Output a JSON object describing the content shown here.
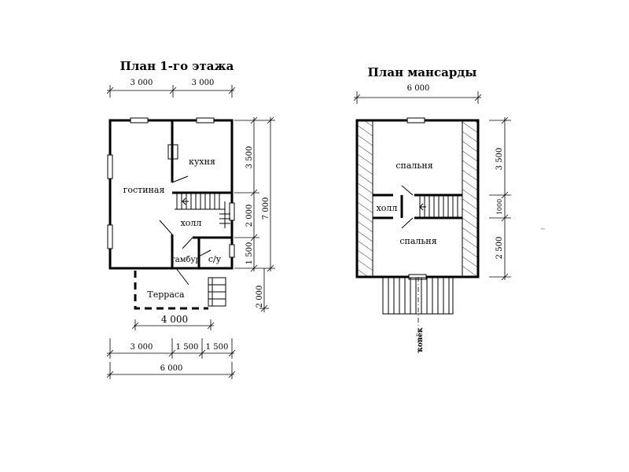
{
  "plan1": {
    "title": "План 1-го этажа",
    "rooms": {
      "gostinaya": "гостиная",
      "kuhnya": "кухня",
      "holl": "холл",
      "tambur": "тамбур",
      "su": "с/у",
      "terrasa": "Терраса"
    },
    "dims": {
      "top_left": "3 000",
      "top_right": "3 000",
      "right_1": "3 500",
      "right_2": "2 000",
      "right_3": "1 500",
      "right_total": "7 000",
      "right_terrace": "2 000",
      "terrace_width": "4 000",
      "bottom_1": "3 000",
      "bottom_2": "1 500",
      "bottom_3": "1 500",
      "bottom_total": "6 000"
    }
  },
  "plan2": {
    "title": "План мансарды",
    "rooms": {
      "spalnya_top": "спальня",
      "spalnya_bottom": "спальня",
      "holl": "холл"
    },
    "dims": {
      "top_total": "6 000",
      "right_1": "3 500",
      "right_2": "1000",
      "right_3": "2 500"
    },
    "ridge": "конёк"
  }
}
